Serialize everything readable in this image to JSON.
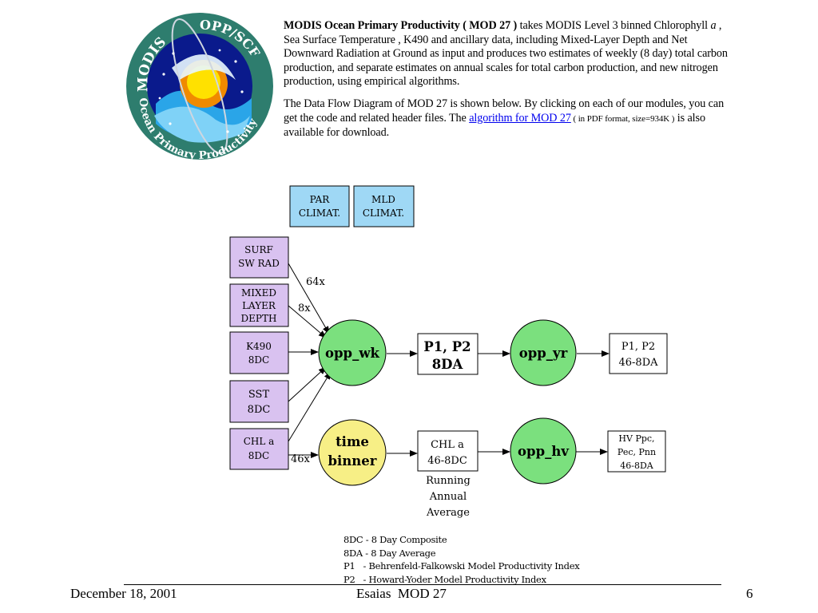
{
  "logo": {
    "arc_top_left": "MODIS",
    "arc_top_right": "OPP/SCF",
    "arc_bottom": "Ocean Primary Productivity"
  },
  "intro": {
    "title": "MODIS Ocean Primary Productivity ( MOD 27 )",
    "p1_text": " takes MODIS Level 3 binned Chlorophyll",
    "alpha": "a",
    "p1_rest": " , Sea Surface Temperature , K490 and ancillary data, including Mixed-Layer Depth and Net Downward Radiation at Ground as input and produces two estimates of weekly (8 day) total carbon production, and separate estimates on annual scales for total carbon production, and new nitrogen production, using empirical algorithms.",
    "p2_text": "The Data Flow Diagram of MOD 27 is shown below. By clicking on each of our modules, you can get the code and related header files. The ",
    "link_text": "algorithm for MOD 27",
    "p2_small": " ( in PDF format, size=934K )",
    "p2_end": " is also available for download."
  },
  "diagram": {
    "inputs": {
      "par_l1": "PAR",
      "par_l2": "CLIMAT.",
      "mld_l1": "MLD",
      "mld_l2": "CLIMAT.",
      "surf_l1": "SURF",
      "surf_l2": "SW RAD",
      "mixed_l1": "MIXED",
      "mixed_l2": "LAYER",
      "mixed_l3": "DEPTH",
      "k490_l1": "K490",
      "k490_l2": "8DC",
      "sst_l1": "SST",
      "sst_l2": "8DC",
      "chl_l1": "CHL a",
      "chl_l2": "8DC"
    },
    "edge_labels": {
      "surf": "64x",
      "mixed": "8x",
      "chl": "46x"
    },
    "processes": {
      "opp_wk": "opp_wk",
      "time_binner_l1": "time",
      "time_binner_l2": "binner",
      "opp_yr": "opp_yr",
      "opp_hv": "opp_hv"
    },
    "outputs": {
      "p1p2_l1": "P1, P2",
      "p1p2_l2": "8DA",
      "chl46_l1": "CHL a",
      "chl46_l2": "46-8DC",
      "running_l1": "Running",
      "running_l2": "Annual",
      "running_l3": "Average",
      "p1p2_46_l1": "P1, P2",
      "p1p2_46_l2": "46-8DA",
      "hv_l1": "HV Ppc,",
      "hv_l2": "Pec, Pnn",
      "hv_l3": "46-8DA"
    },
    "colors": {
      "climat_fill": "#9fd8f5",
      "input_fill": "#d9c2f0",
      "process_green": "#7be07e",
      "process_yellow": "#f7ef86"
    }
  },
  "legend": {
    "l1": "8DC - 8 Day Composite",
    "l2": "8DA - 8 Day Average",
    "l3": "P1   - Behrenfeld-Falkowski Model Productivity Index",
    "l4": "P2   - Howard-Yoder Model Productivity Index"
  },
  "footer": {
    "date": "December 18, 2001",
    "title": "Esaias  MOD 27",
    "page": "6"
  }
}
